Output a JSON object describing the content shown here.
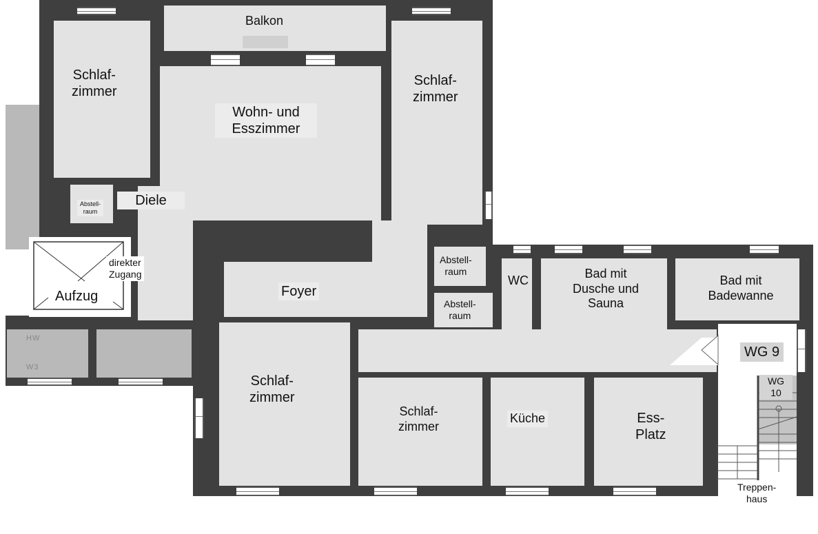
{
  "rooms": {
    "balkon": "Balkon",
    "schlafzimmer_nw": "Schlaf-\nzimmer",
    "wohn_esszimmer": "Wohn- und\nEsszimmer",
    "schlafzimmer_ne": "Schlaf-\nzimmer",
    "abstellraum_w": "Abstell-\nraum",
    "diele": "Diele",
    "aufzug": "Aufzug",
    "direkter_zugang": "direkter\nZugang",
    "foyer": "Foyer",
    "abstellraum_1": "Abstell-\nraum",
    "abstellraum_2": "Abstell-\nraum",
    "wc": "WC",
    "bad_dusche": "Bad mit\nDusche und\nSauna",
    "bad_badewanne": "Bad mit\nBadewanne",
    "wg9": "WG 9",
    "wg10": "WG\n10",
    "schlafzimmer_sw": "Schlaf-\nzimmer",
    "schlafzimmer_s": "Schlaf-\nzimmer",
    "kueche": "Küche",
    "essplatz": "Ess-\nPlatz",
    "treppenhaus": "Treppen-\nhaus",
    "hw": "HW",
    "w3": "W3"
  },
  "colors": {
    "wall": "#3f3f3f",
    "room": "#e3e3e3",
    "label_bg": "#ececec"
  }
}
